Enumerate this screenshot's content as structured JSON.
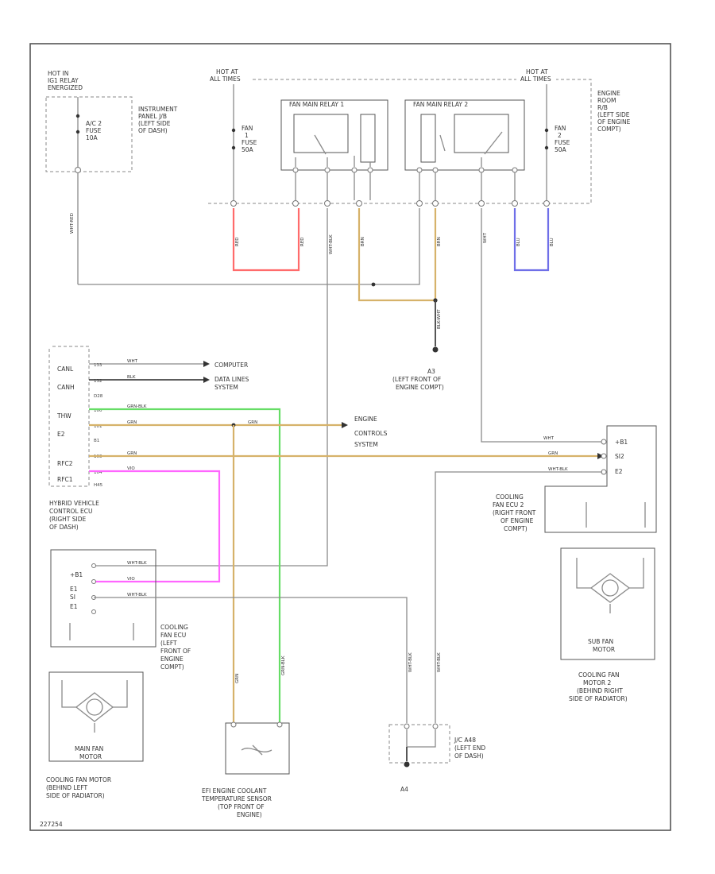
{
  "labels": {
    "hot_ig": [
      "HOT IN",
      "IG1 RELAY",
      "ENERGIZED"
    ],
    "hot_all_1": [
      "HOT AT",
      "ALL TIMES"
    ],
    "hot_all_2": [
      "HOT AT",
      "ALL TIMES"
    ],
    "fuse_ac": [
      "A/C 2",
      "FUSE",
      "10A"
    ],
    "fuse_fan1": [
      "FAN",
      "1",
      "FUSE",
      "50A"
    ],
    "fuse_fan2": [
      "FAN",
      "2",
      "FUSE",
      "50A"
    ],
    "ip_jb": [
      "INSTRUMENT",
      "PANEL J/B",
      "(LEFT SIDE",
      "OF DASH)"
    ],
    "er_rb": [
      "ENGINE",
      "ROOM",
      "R/B",
      "(LEFT SIDE",
      "OF ENGINE",
      "COMPT)"
    ],
    "relay1": "FAN MAIN RELAY 1",
    "relay2": "FAN MAIN RELAY 2",
    "ground_a3": [
      "A3",
      "(LEFT FRONT OF",
      "ENGINE COMPT)"
    ],
    "computer_data": [
      "COMPUTER",
      "DATA LINES",
      "SYSTEM"
    ],
    "engine_controls": [
      "ENGINE",
      "CONTROLS",
      "SYSTEM"
    ],
    "hv_ecu": [
      "HYBRID VEHICLE",
      "CONTROL ECU",
      "(RIGHT SIDE",
      "OF DASH)"
    ],
    "fan_ecu_2": [
      "COOLING",
      "FAN ECU 2",
      "(RIGHT FRONT",
      "OF ENGINE",
      "COMPT)"
    ],
    "fan_ecu_1": [
      "COOLING",
      "FAN ECU",
      "(LEFT",
      "FRONT OF",
      "ENGINE",
      "COMPT)"
    ],
    "sub_fan_motor": [
      "SUB FAN",
      "MOTOR"
    ],
    "fan_motor_2": [
      "COOLING FAN",
      "MOTOR 2",
      "(BEHIND RIGHT",
      "SIDE OF RADIATOR)"
    ],
    "main_fan_motor": [
      "MAIN FAN",
      "MOTOR"
    ],
    "fan_motor_1": [
      "COOLING FAN MOTOR",
      "(BEHIND LEFT",
      "SIDE OF RADIATOR)"
    ],
    "coolant_sensor": [
      "EFI ENGINE COOLANT",
      "TEMPERATURE SENSOR",
      "(TOP FRONT OF",
      "ENGINE)"
    ],
    "jc_a48": [
      "J/C A48",
      "(LEFT END",
      "OF DASH)"
    ],
    "ground_a4": "A4",
    "diagram_id": "227254"
  },
  "pins": {
    "hv_left": [
      "CANL",
      "CANH",
      "THW",
      "E2",
      "RFC2",
      "RFC1"
    ],
    "hv_nums": [
      "133",
      "132",
      "D28",
      "100",
      "101",
      "B1",
      "103",
      "104",
      "H45"
    ],
    "ecu2": [
      "+B1",
      "SI2",
      "E2"
    ],
    "ecu1": [
      "+B1",
      "E1",
      "SI",
      "E1"
    ]
  },
  "wires": {
    "wht": "WHT",
    "blk": "BLK",
    "grn_blk": "GRN-BLK",
    "grn": "GRN",
    "vio": "VIO",
    "wht_blk": "WHT-BLK",
    "red": "RED",
    "blu": "BLU",
    "brn": "BRN",
    "blk_wht": "BLK-WHT",
    "wht_red": "WHT-RED"
  }
}
